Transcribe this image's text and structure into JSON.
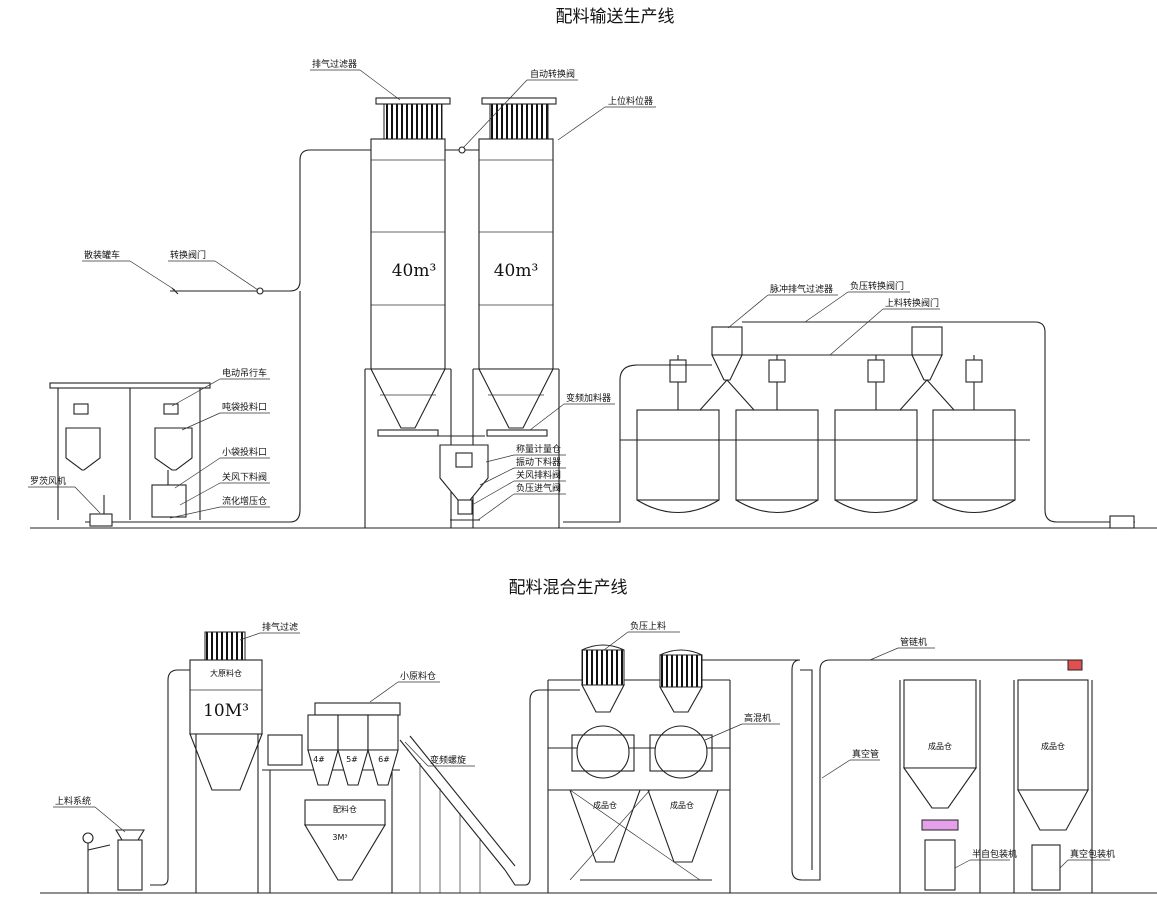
{
  "titles": {
    "top": "配料输送生产线",
    "bottom": "配料混合生产线"
  },
  "top_labels": {
    "exhaust_filter": "排气过滤器",
    "auto_switch_valve": "自动转换阀",
    "upper_level_gauge": "上位料位器",
    "bulk_truck": "散装罐车",
    "switch_valve": "转换阀门",
    "vol1": "40m³",
    "vol2": "40m³",
    "pulse_filter": "脉冲排气过滤器",
    "neg_switch_valve": "负压转换阀门",
    "feed_switch_valve": "上料转换阀门",
    "hoist": "电动吊行车",
    "ton_bag_port": "吨袋投料口",
    "small_bag_port": "小袋投料口",
    "roots_blower": "罗茨风机",
    "closed_air_valve": "关风下料阀",
    "fluid_tank": "流化增压仓",
    "vfd_feeder": "变频加料器",
    "weigh_bin": "称量计量仓",
    "vib_discharge": "振动下料器",
    "closed_air_discharge": "关风排料阀",
    "neg_vent_valve": "负压进气阀"
  },
  "bottom_labels": {
    "exhaust_filter": "排气过滤",
    "big_bin": "大原料仓",
    "vol_big": "10M³",
    "small_bin": "小原料仓",
    "bins": [
      "4#",
      "5#",
      "6#"
    ],
    "vfd_screw": "变频螺旋",
    "batch_bin": "配料仓",
    "batch_vol": "3M³",
    "feed_system": "上料系统",
    "neg_feed": "负压上料",
    "mixer": "高混机",
    "finished1": "成品仓",
    "finished2": "成品仓",
    "conveyor": "管链机",
    "vacuum_pipe": "真空管",
    "finished3": "成品仓",
    "finished4": "成品仓",
    "packer1": "半自包装机",
    "packer2": "真空包装机"
  }
}
